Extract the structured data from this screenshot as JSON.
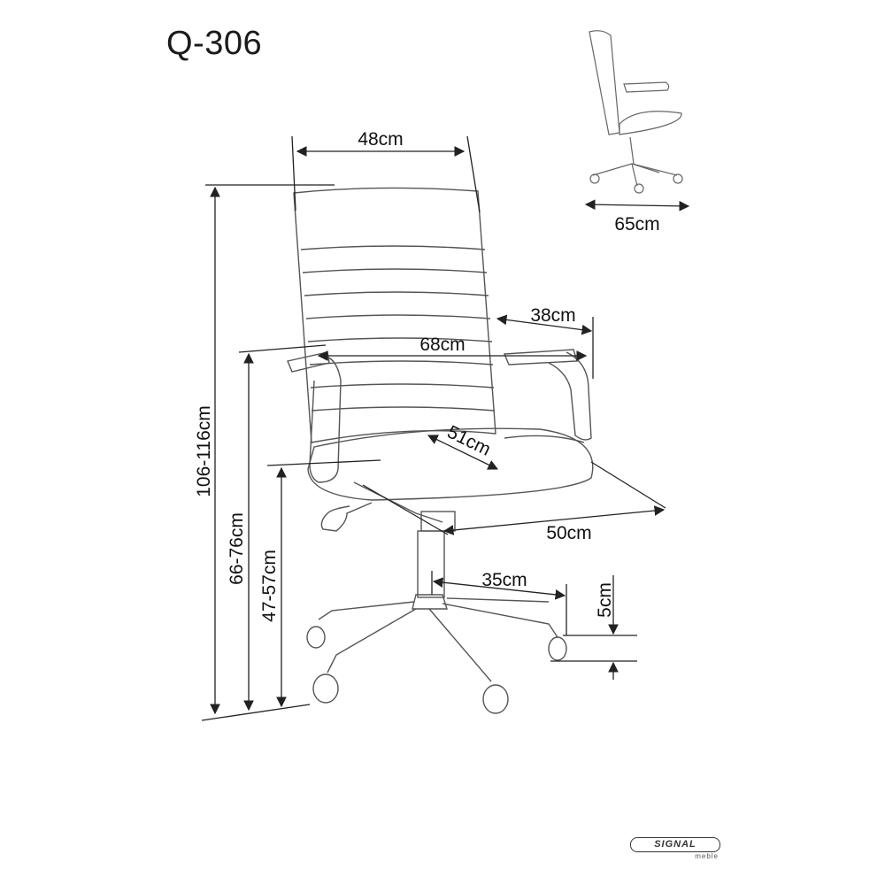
{
  "title": "Q-306",
  "dimensions": {
    "backrest_width": "48cm",
    "depth_side": "65cm",
    "arm_depth": "38cm",
    "total_width": "68cm",
    "seat_width": "51cm",
    "seat_depth": "50cm",
    "total_height": "106-116cm",
    "arm_height": "66-76cm",
    "seat_height": "47-57cm",
    "base_radius": "35cm",
    "wheel_height": "5cm"
  },
  "logo": {
    "main": "SIGNAL",
    "sub": "meble"
  },
  "colors": {
    "line": "#222222",
    "sketch": "#555555"
  }
}
